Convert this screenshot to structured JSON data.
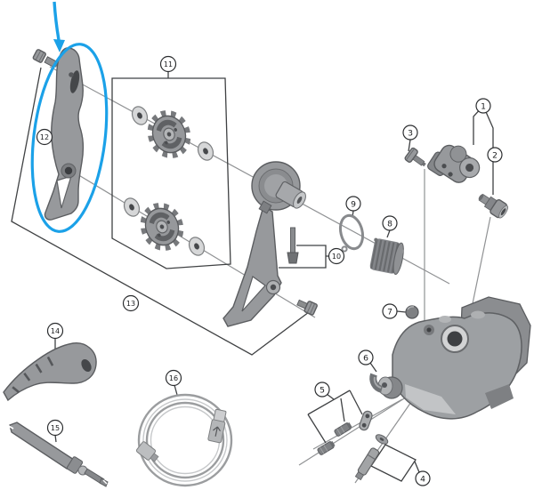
{
  "callouts": [
    {
      "label": "1"
    },
    {
      "label": "2"
    },
    {
      "label": "3"
    },
    {
      "label": "4"
    },
    {
      "label": "5"
    },
    {
      "label": "6"
    },
    {
      "label": "7"
    },
    {
      "label": "8"
    },
    {
      "label": "9"
    },
    {
      "label": "10"
    },
    {
      "label": "11"
    },
    {
      "label": "12"
    },
    {
      "label": "13"
    },
    {
      "label": "14"
    },
    {
      "label": "15"
    },
    {
      "label": "16"
    }
  ],
  "highlight": {
    "highlighted_part_label": "12",
    "arrow_color": "#1ba1e8",
    "ellipse_color": "#1ba1e8"
  },
  "colors": {
    "background": "#ffffff",
    "outline_lines": "#3f4143",
    "axis_lines": "#909294",
    "part_mid_gray": "#97999c",
    "part_dark_gray": "#5b5d60",
    "part_light_gray": "#c6c8ca"
  }
}
